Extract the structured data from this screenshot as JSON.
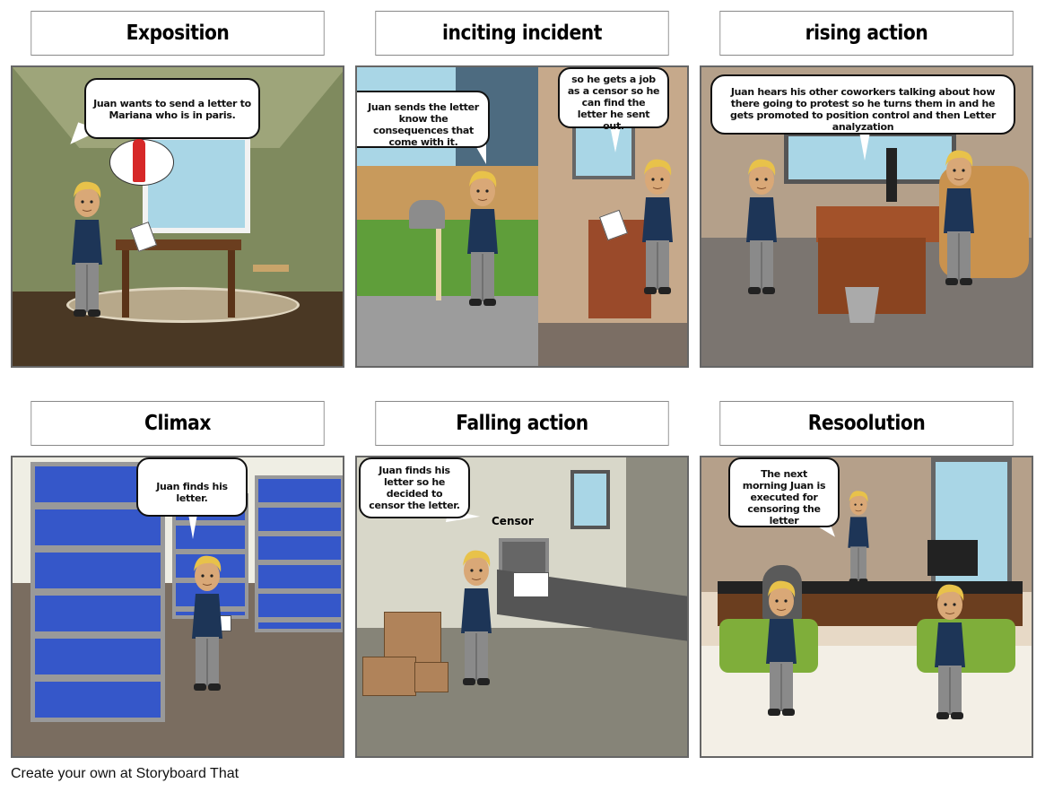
{
  "panels": [
    {
      "title": "Exposition",
      "bubbles": [
        "Juan wants to send a letter to Mariana who is in paris."
      ]
    },
    {
      "title": "inciting incident",
      "bubbles": [
        "Juan sends the letter know the consequences that come with it.",
        "so he gets a job as a censor so he can find the letter he sent out."
      ]
    },
    {
      "title": "rising action",
      "bubbles": [
        "Juan hears his other coworkers talking about how there going to protest so he turns them in and he gets promoted to position control and then Letter analyzation"
      ]
    },
    {
      "title": "Climax",
      "bubbles": [
        "Juan finds his letter."
      ]
    },
    {
      "title": "Falling action",
      "bubbles": [
        "Juan finds his letter so he decided to censor the letter."
      ],
      "sign": "Censor"
    },
    {
      "title": "Resoolution",
      "bubbles": [
        "The next morning Juan is executed for censoring the letter"
      ]
    }
  ],
  "footer": "Create your own at Storyboard That"
}
